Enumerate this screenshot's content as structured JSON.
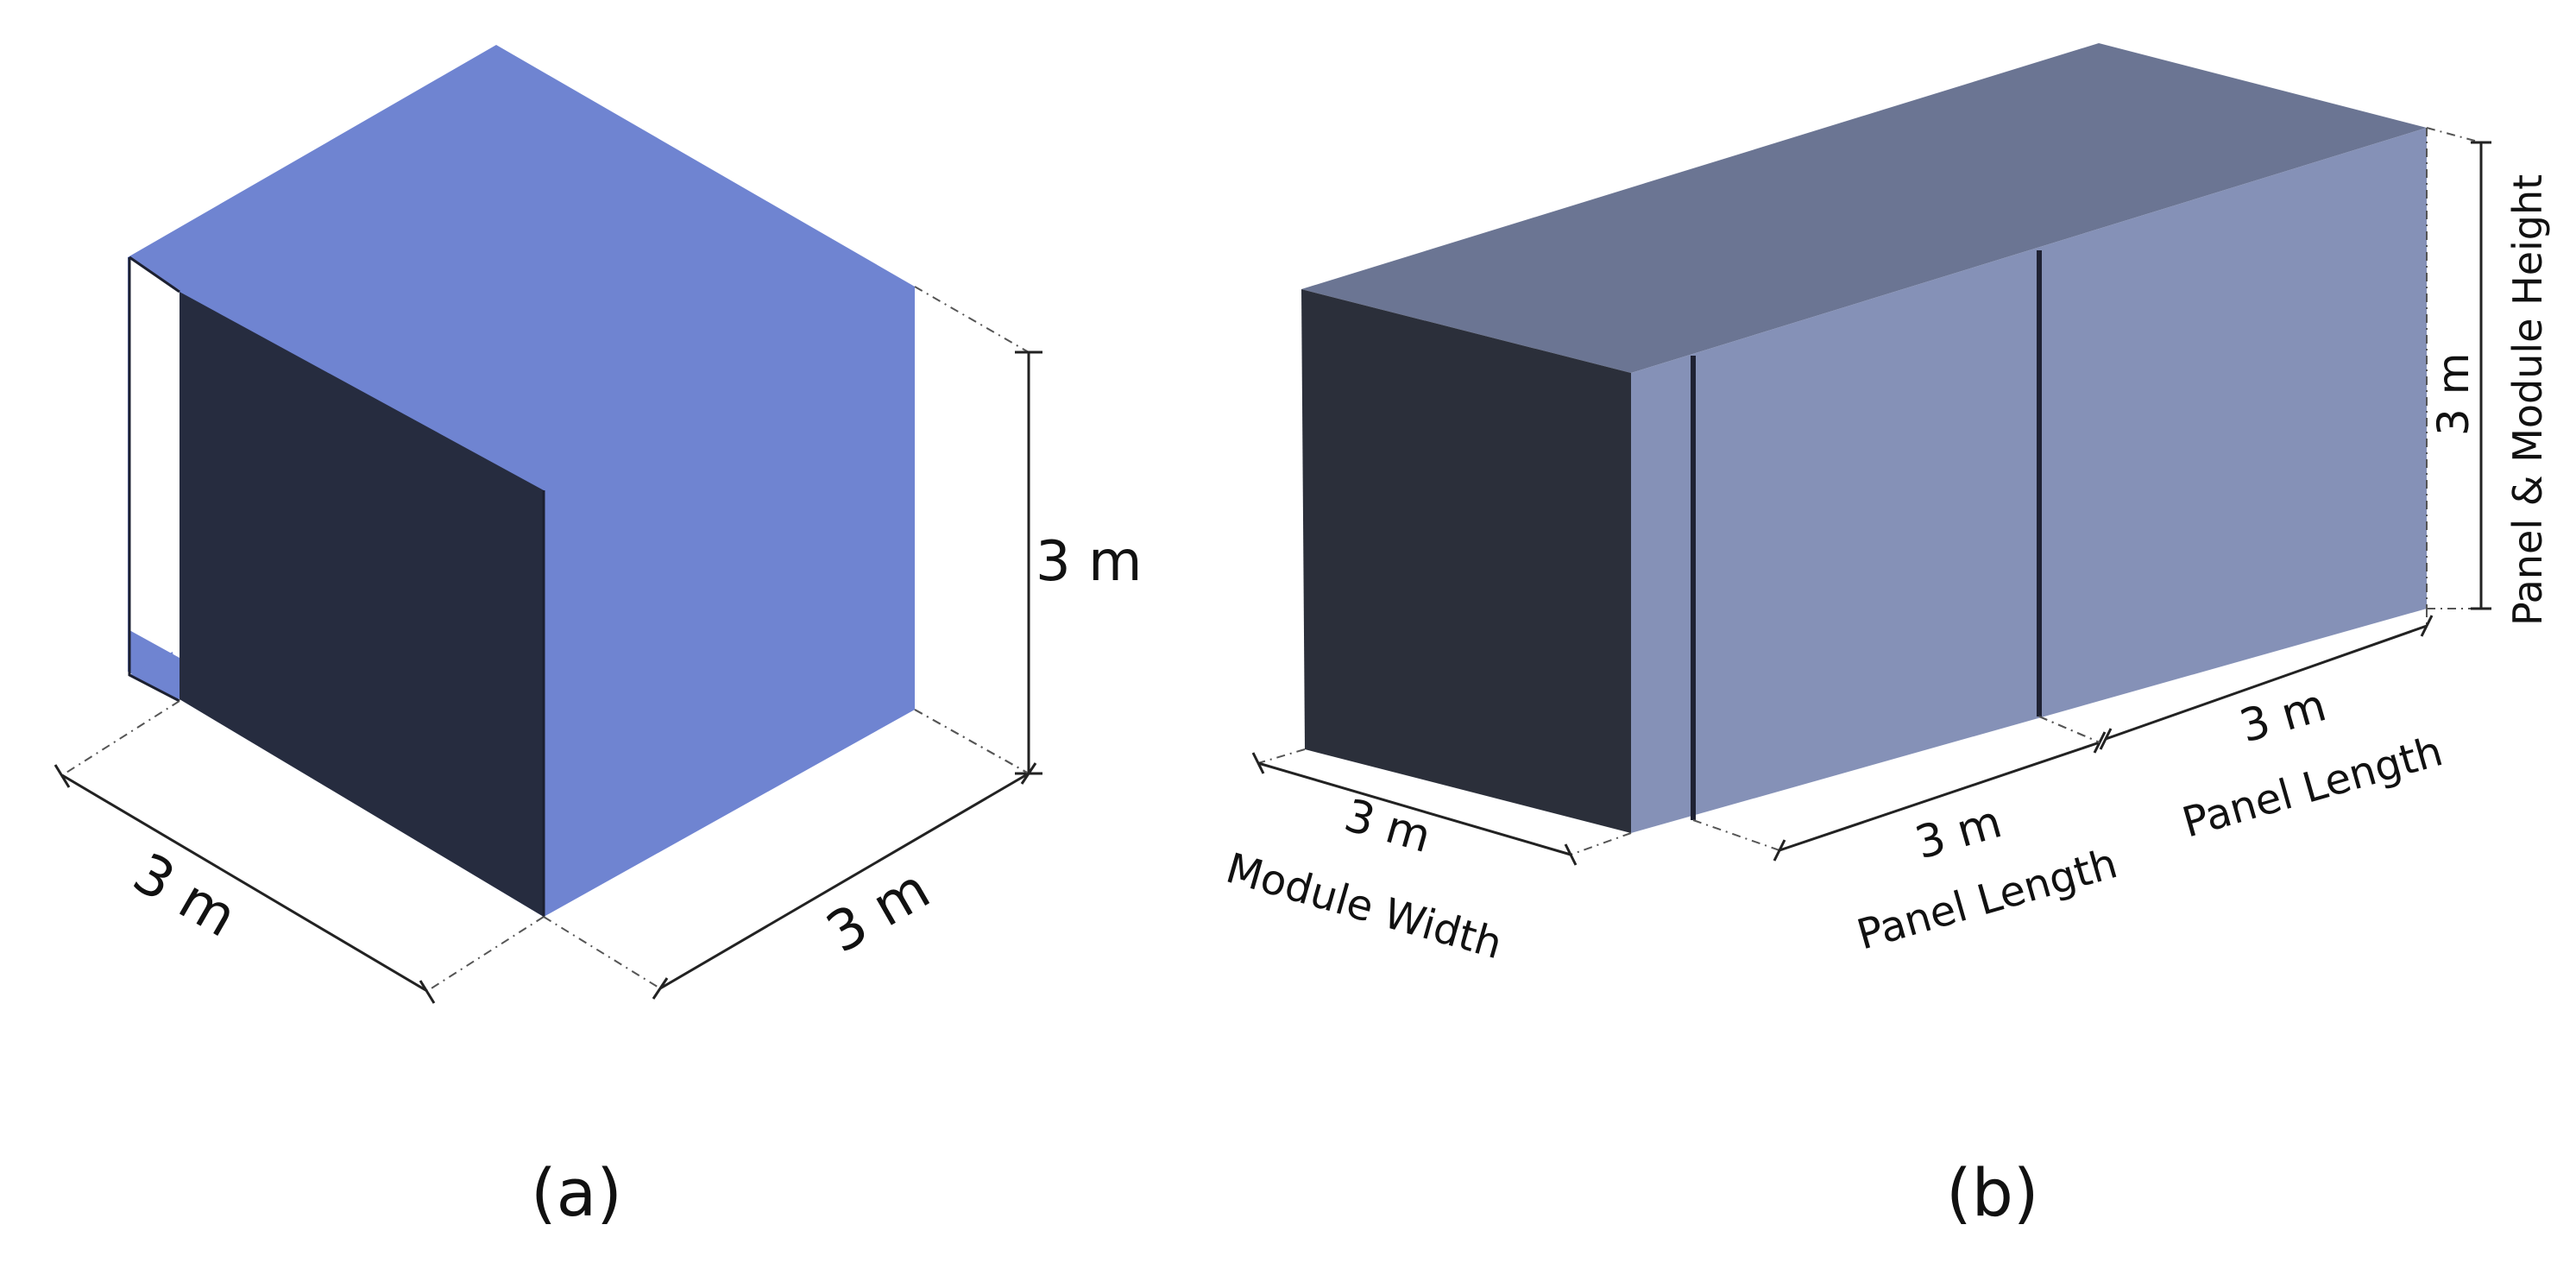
{
  "figure_a": {
    "height_label": "3 m",
    "width_label": "3 m",
    "depth_label": "3 m",
    "caption": "(a)"
  },
  "figure_b": {
    "module_width_value": "3 m",
    "module_width_label": "Module Width",
    "panel1_value": "3 m",
    "panel1_label": "Panel Length",
    "panel2_value": "3 m",
    "panel2_label": "Panel Length",
    "height_value": "3 m",
    "height_label": "Panel & Module Height",
    "caption": "(b)"
  },
  "colors": {
    "cube_light": "#6f84d1",
    "cube_dark": "#262c3f",
    "module_top": "#6b7593",
    "module_side": "#8591b7",
    "module_end": "#2b2f3a"
  }
}
